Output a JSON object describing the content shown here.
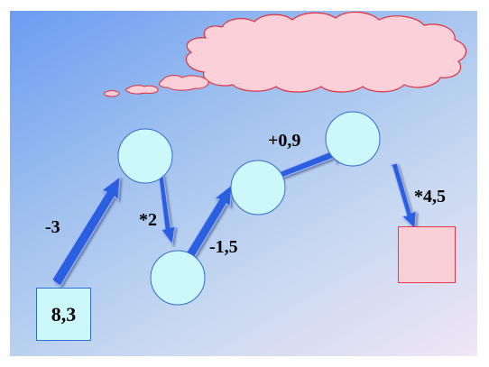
{
  "diagram": {
    "start_value": "8,3",
    "operations": [
      "-3",
      "*2",
      "-1,5",
      "+0,9",
      "*4,5"
    ],
    "result_value": ""
  },
  "colors": {
    "background_top": "#6c9cf2",
    "background_bottom": "#f0e6f6",
    "circle_fill": "#ccf8fb",
    "circle_stroke": "#2f6fd0",
    "arrow_fill": "#2b5fe0",
    "cloud_fill": "#fbd0d8",
    "cloud_stroke": "#e0303f",
    "result_fill": "#f9cfd6"
  }
}
